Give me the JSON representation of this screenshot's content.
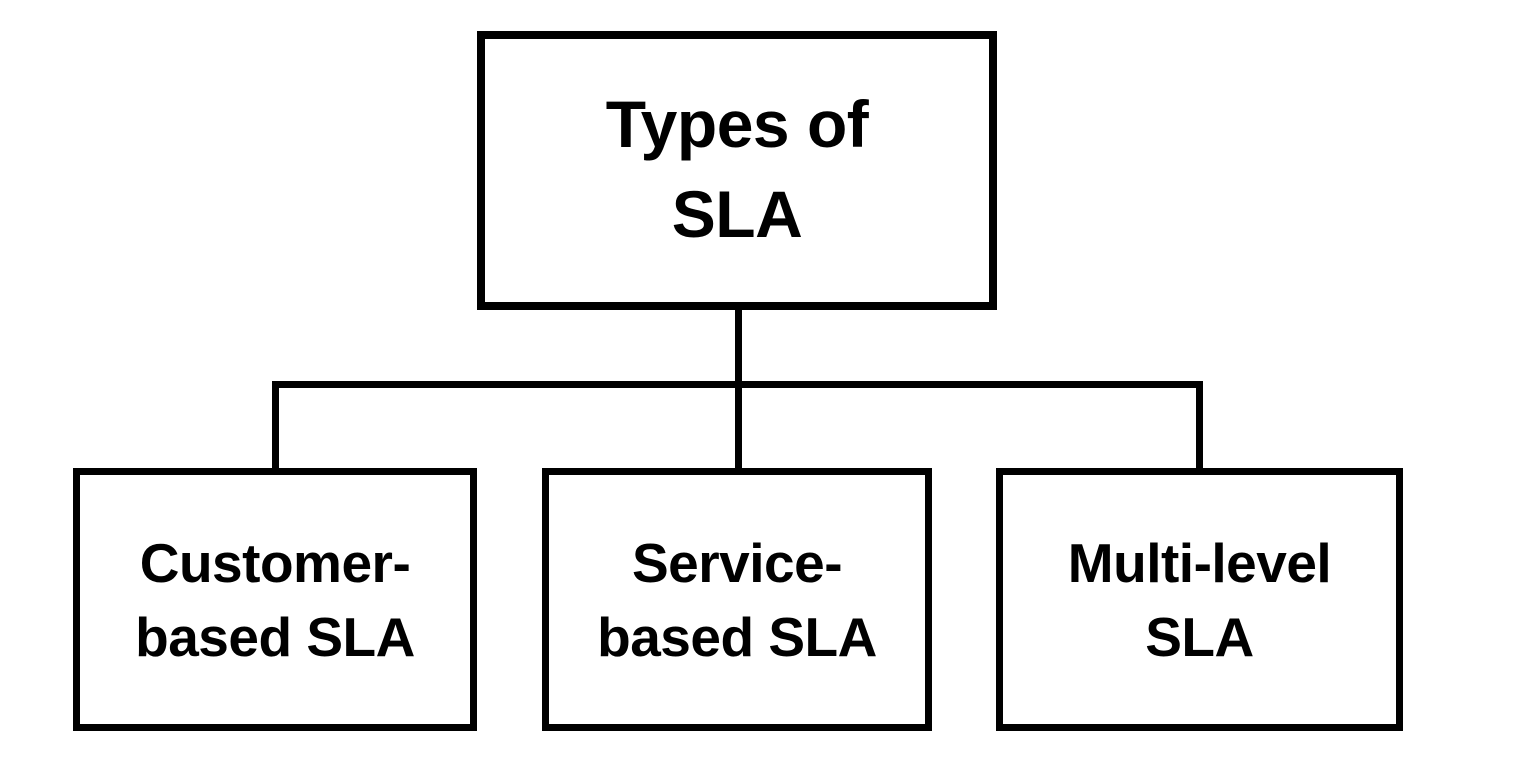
{
  "diagram": {
    "title": "Types of SLA",
    "type": "hierarchy-tree",
    "background_color": "#ffffff",
    "line_color": "#000000",
    "text_color": "#000000",
    "root": {
      "id": "root",
      "label": "Types of\nSLA"
    },
    "children": [
      {
        "id": "customer-based-sla",
        "label": "Customer-\nbased SLA"
      },
      {
        "id": "service-based-sla",
        "label": "Service-\nbased SLA"
      },
      {
        "id": "multi-level-sla",
        "label": "Multi-level\nSLA"
      }
    ]
  }
}
